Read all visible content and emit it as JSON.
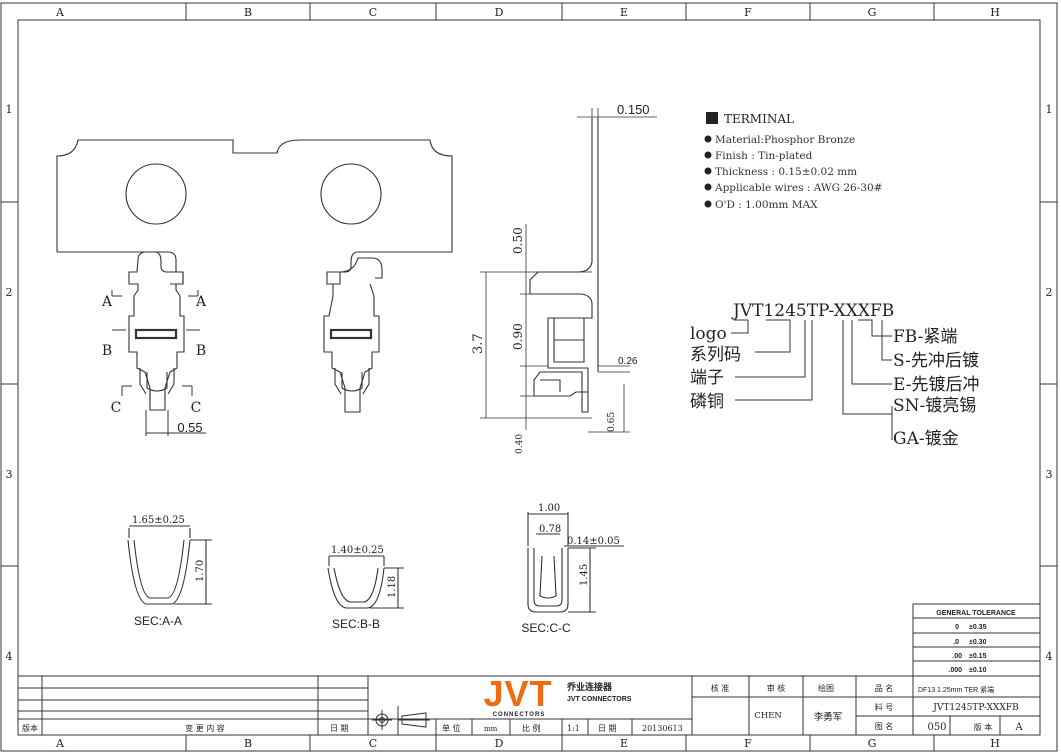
{
  "border": {
    "columns": [
      "A",
      "B",
      "C",
      "D",
      "E",
      "F",
      "G",
      "H"
    ],
    "rows": [
      "1",
      "2",
      "3",
      "4"
    ]
  },
  "terminal_spec": {
    "title": "TERMINAL",
    "lines": [
      "Material:Phosphor Bronze",
      "Finish : Tin-plated",
      "Thickness : 0.15±0.02 mm",
      "Applicable wires : AWG 26-30#",
      "O'D : 1.00mm MAX"
    ]
  },
  "part_number": {
    "code": "JVT1245TP-XXXFB",
    "left_labels": [
      "logo",
      "系列码",
      "端子",
      "磷铜"
    ],
    "right_labels": [
      "FB-紧端",
      "S-先冲后镀",
      "E-先镀后冲",
      "SN-镀亮锡",
      "GA-镀金"
    ]
  },
  "front_view": {
    "section_a": "A",
    "section_b": "B",
    "section_c": "C",
    "dim_width": "0.55"
  },
  "side_view": {
    "dim_thickness": "0.150",
    "dim_050": "0.50",
    "dim_37": "3.7",
    "dim_090": "0.90",
    "dim_026": "0.26",
    "dim_065": "0.65",
    "dim_040": "0.40"
  },
  "sections": {
    "a": {
      "width": "1.65±0.25",
      "height": "1.70",
      "label": "SEC:A-A"
    },
    "b": {
      "width": "1.40±0.25",
      "height": "1.18",
      "label": "SEC:B-B"
    },
    "c": {
      "outer": "1.00",
      "inner": "0.78",
      "wall": "0.14±0.05",
      "height": "1.45",
      "label": "SEC:C-C"
    }
  },
  "tolerance": {
    "title": "GENERAL TOLERANCE",
    "rows": [
      [
        "0",
        "±0.35"
      ],
      [
        ".0",
        "±0.30"
      ],
      [
        ".00",
        "±0.15"
      ],
      [
        ".000",
        "±0.10"
      ]
    ]
  },
  "title_block": {
    "revision_label": "版本",
    "change_label": "变 更 内 容",
    "date_label": "日 期",
    "unit_label": "单 位",
    "unit_value": "mm",
    "scale_label": "比 例",
    "scale_value": "1:1",
    "date2_label": "日 期",
    "date_value": "20130613",
    "logo_text": "JVT",
    "logo_sub": "CONNECTORS",
    "company_cn": "乔业连接器",
    "company_en": "JVT CONNECTORS",
    "approve_label": "核 准",
    "check_label": "审 核",
    "draw_label": "绘图",
    "checker": "CHEN",
    "drawer": "李勇军",
    "name_label": "品 名",
    "name_value": "DF13 1.25mm TER  紧端",
    "material_label": "料 号",
    "material_value": "JVT1245TP-XXXFB",
    "drawing_label": "图 名",
    "drawing_value": "050",
    "version_label": "版 本",
    "version_value": "A"
  }
}
